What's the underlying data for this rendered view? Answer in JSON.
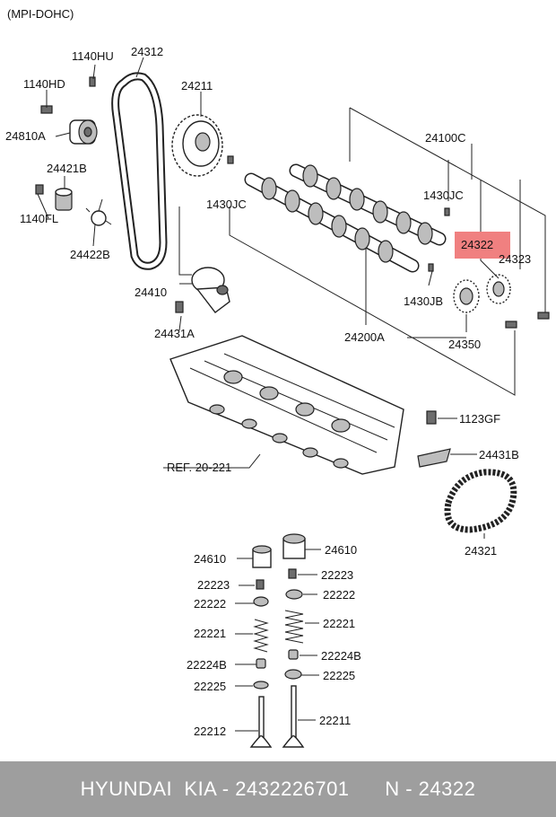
{
  "title": "(MPI-DOHC)",
  "ref_label": "REF. 20-221",
  "highlight_color": "#f08080",
  "labels": {
    "p1140HU": "1140HU",
    "p24312": "24312",
    "p1140HD": "1140HD",
    "p24211": "24211",
    "p24810A": "24810A",
    "p24421B": "24421B",
    "p1140FL": "1140FL",
    "p24422B": "24422B",
    "p24100C": "24100C",
    "p1430JC_right": "1430JC",
    "p1430JC_left": "1430JC",
    "p24322": "24322",
    "p24323": "24323",
    "p24410": "24410",
    "p1430JB": "1430JB",
    "p24431A": "24431A",
    "p24200A": "24200A",
    "p24350": "24350",
    "p1123GF": "1123GF",
    "p24431B": "24431B",
    "p24321": "24321",
    "p24610_left": "24610",
    "p24610_right": "24610",
    "p22223_left": "22223",
    "p22223_right": "22223",
    "p22222_left": "22222",
    "p22222_right": "22222",
    "p22221_left": "22221",
    "p22221_right": "22221",
    "p22224B_left": "22224B",
    "p22224B_right": "22224B",
    "p22225_left": "22225",
    "p22225_right": "22225",
    "p22212": "22212",
    "p22211": "22211"
  },
  "footer": "HYUNDAI  KIA - 2432226701      N - 24322"
}
